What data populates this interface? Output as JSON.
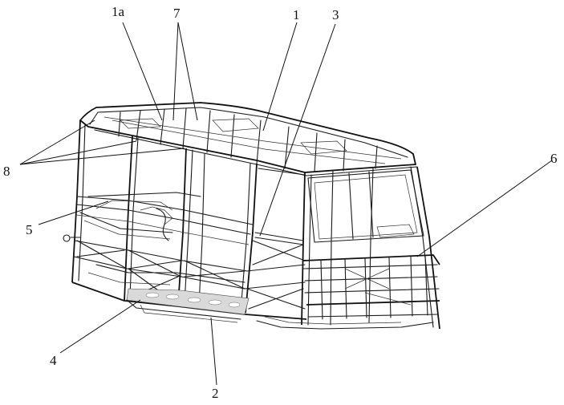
{
  "figure": {
    "labels": {
      "l1a": "1a",
      "l7": "7",
      "l1": "1",
      "l3": "3",
      "l8": "8",
      "l5": "5",
      "l6": "6",
      "l4": "4",
      "l2": "2"
    }
  }
}
